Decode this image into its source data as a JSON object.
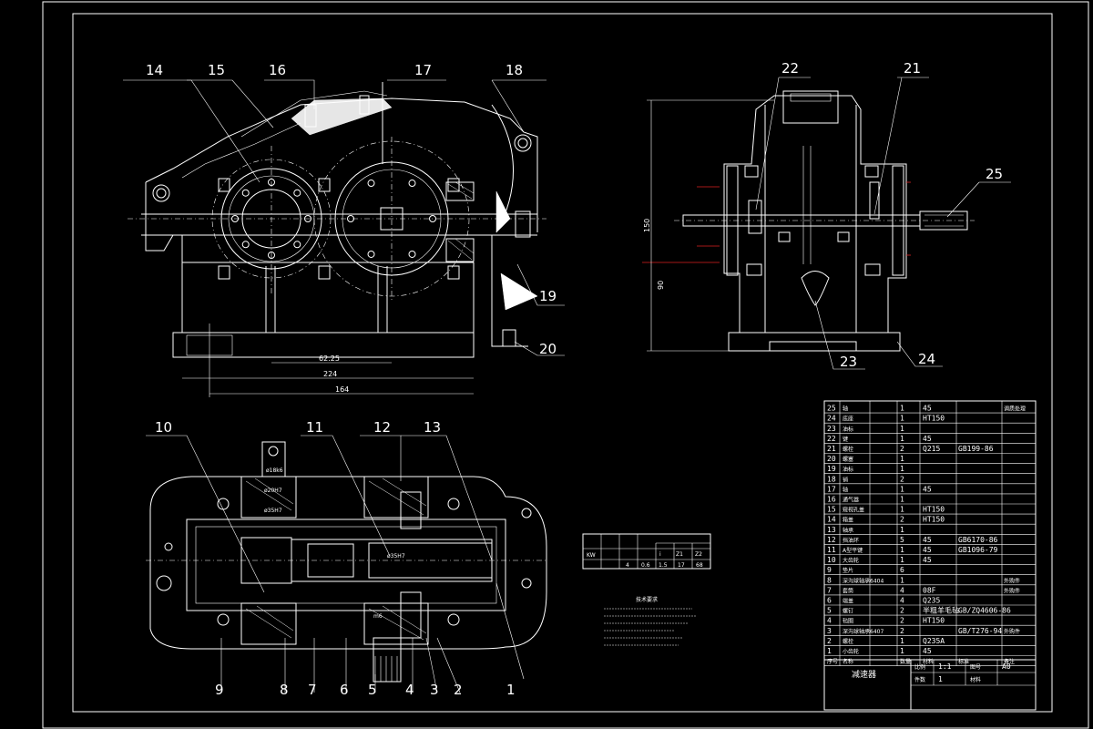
{
  "front_view": {
    "callouts": [
      "14",
      "15",
      "16",
      "17",
      "18",
      "19",
      "20"
    ],
    "dimensions": [
      "62.25",
      "224",
      "164"
    ]
  },
  "side_view": {
    "callouts": [
      "22",
      "21",
      "25",
      "23",
      "24"
    ],
    "dimensions": [
      "150",
      "90"
    ]
  },
  "top_view": {
    "callouts": [
      "10",
      "11",
      "12",
      "13",
      "9",
      "8",
      "7",
      "6",
      "5",
      "4",
      "3",
      "2",
      "1"
    ],
    "fits": [
      "ø18k6",
      "ø20H7",
      "ø35H7",
      "ø35H7",
      "m6"
    ]
  },
  "spec_table": {
    "headers": [
      "",
      "",
      "",
      "i",
      "Z1",
      "Z2"
    ],
    "row": [
      "KW",
      "",
      "4",
      "0.6",
      "1.5",
      "17",
      "68"
    ]
  },
  "notes_title": "技术要求",
  "parts_list": {
    "rows": [
      {
        "no": "25",
        "name": "轴",
        "qty": "1",
        "mat": "45",
        "std": "",
        "note": "调质处理"
      },
      {
        "no": "24",
        "name": "底座",
        "qty": "1",
        "mat": "HT150",
        "std": "",
        "note": ""
      },
      {
        "no": "23",
        "name": "油标",
        "qty": "1",
        "mat": "",
        "std": "",
        "note": ""
      },
      {
        "no": "22",
        "name": "键",
        "qty": "1",
        "mat": "45",
        "std": "",
        "note": ""
      },
      {
        "no": "21",
        "name": "螺栓",
        "qty": "2",
        "mat": "Q215",
        "std": "GB199-86",
        "note": ""
      },
      {
        "no": "20",
        "name": "螺塞",
        "qty": "1",
        "mat": "",
        "std": "",
        "note": ""
      },
      {
        "no": "19",
        "name": "油标",
        "qty": "1",
        "mat": "",
        "std": "",
        "note": ""
      },
      {
        "no": "18",
        "name": "销",
        "qty": "2",
        "mat": "",
        "std": "",
        "note": ""
      },
      {
        "no": "17",
        "name": "轴",
        "qty": "1",
        "mat": "45",
        "std": "",
        "note": ""
      },
      {
        "no": "16",
        "name": "通气器",
        "qty": "1",
        "mat": "",
        "std": "",
        "note": ""
      },
      {
        "no": "15",
        "name": "窥视孔盖",
        "qty": "1",
        "mat": "HT150",
        "std": "",
        "note": ""
      },
      {
        "no": "14",
        "name": "箱盖",
        "qty": "2",
        "mat": "HT150",
        "std": "",
        "note": ""
      },
      {
        "no": "13",
        "name": "轴承",
        "qty": "1",
        "mat": "",
        "std": "",
        "note": ""
      },
      {
        "no": "12",
        "name": "挡油环",
        "qty": "5",
        "mat": "45",
        "std": "GB6170-86",
        "note": ""
      },
      {
        "no": "11",
        "name": "A型平键",
        "qty": "1",
        "mat": "45",
        "std": "GB1096-79",
        "note": ""
      },
      {
        "no": "10",
        "name": "大齿轮",
        "qty": "1",
        "mat": "45",
        "std": "",
        "note": ""
      },
      {
        "no": "9",
        "name": "垫片",
        "qty": "6",
        "mat": "",
        "std": "",
        "note": ""
      },
      {
        "no": "8",
        "name": "深沟球轴承6404",
        "qty": "1",
        "mat": "",
        "std": "",
        "note": "外购件"
      },
      {
        "no": "7",
        "name": "套筒",
        "qty": "4",
        "mat": "08F",
        "std": "",
        "note": "外购件"
      },
      {
        "no": "6",
        "name": "端盖",
        "qty": "4",
        "mat": "Q235",
        "std": "",
        "note": ""
      },
      {
        "no": "5",
        "name": "螺钉",
        "qty": "2",
        "mat": "半粗羊毛毡",
        "std": "GB/ZQ4606-86",
        "note": ""
      },
      {
        "no": "4",
        "name": "毡圈",
        "qty": "2",
        "mat": "HT150",
        "std": "",
        "note": ""
      },
      {
        "no": "3",
        "name": "深沟球轴承6407",
        "qty": "2",
        "mat": "",
        "std": "GB/T276-94",
        "note": "外购件"
      },
      {
        "no": "2",
        "name": "螺栓",
        "qty": "1",
        "mat": "Q235A",
        "std": "",
        "note": ""
      },
      {
        "no": "1",
        "name": "小齿轮",
        "qty": "1",
        "mat": "45",
        "std": "",
        "note": ""
      }
    ],
    "header": {
      "no": "序号",
      "name": "名称",
      "qty": "数量",
      "mat": "材料",
      "std": "标准",
      "note": "备注"
    }
  },
  "title_block": {
    "title": "减速器",
    "scale_label": "比例",
    "scale": "1:1",
    "drawing_no_label": "图号",
    "sheet_size": "A0",
    "qty_label": "件数",
    "qty": "1",
    "material_label": "材料"
  },
  "colors": {
    "line": "#ffffff",
    "center_marks": "#dd2222",
    "background": "#000000"
  }
}
